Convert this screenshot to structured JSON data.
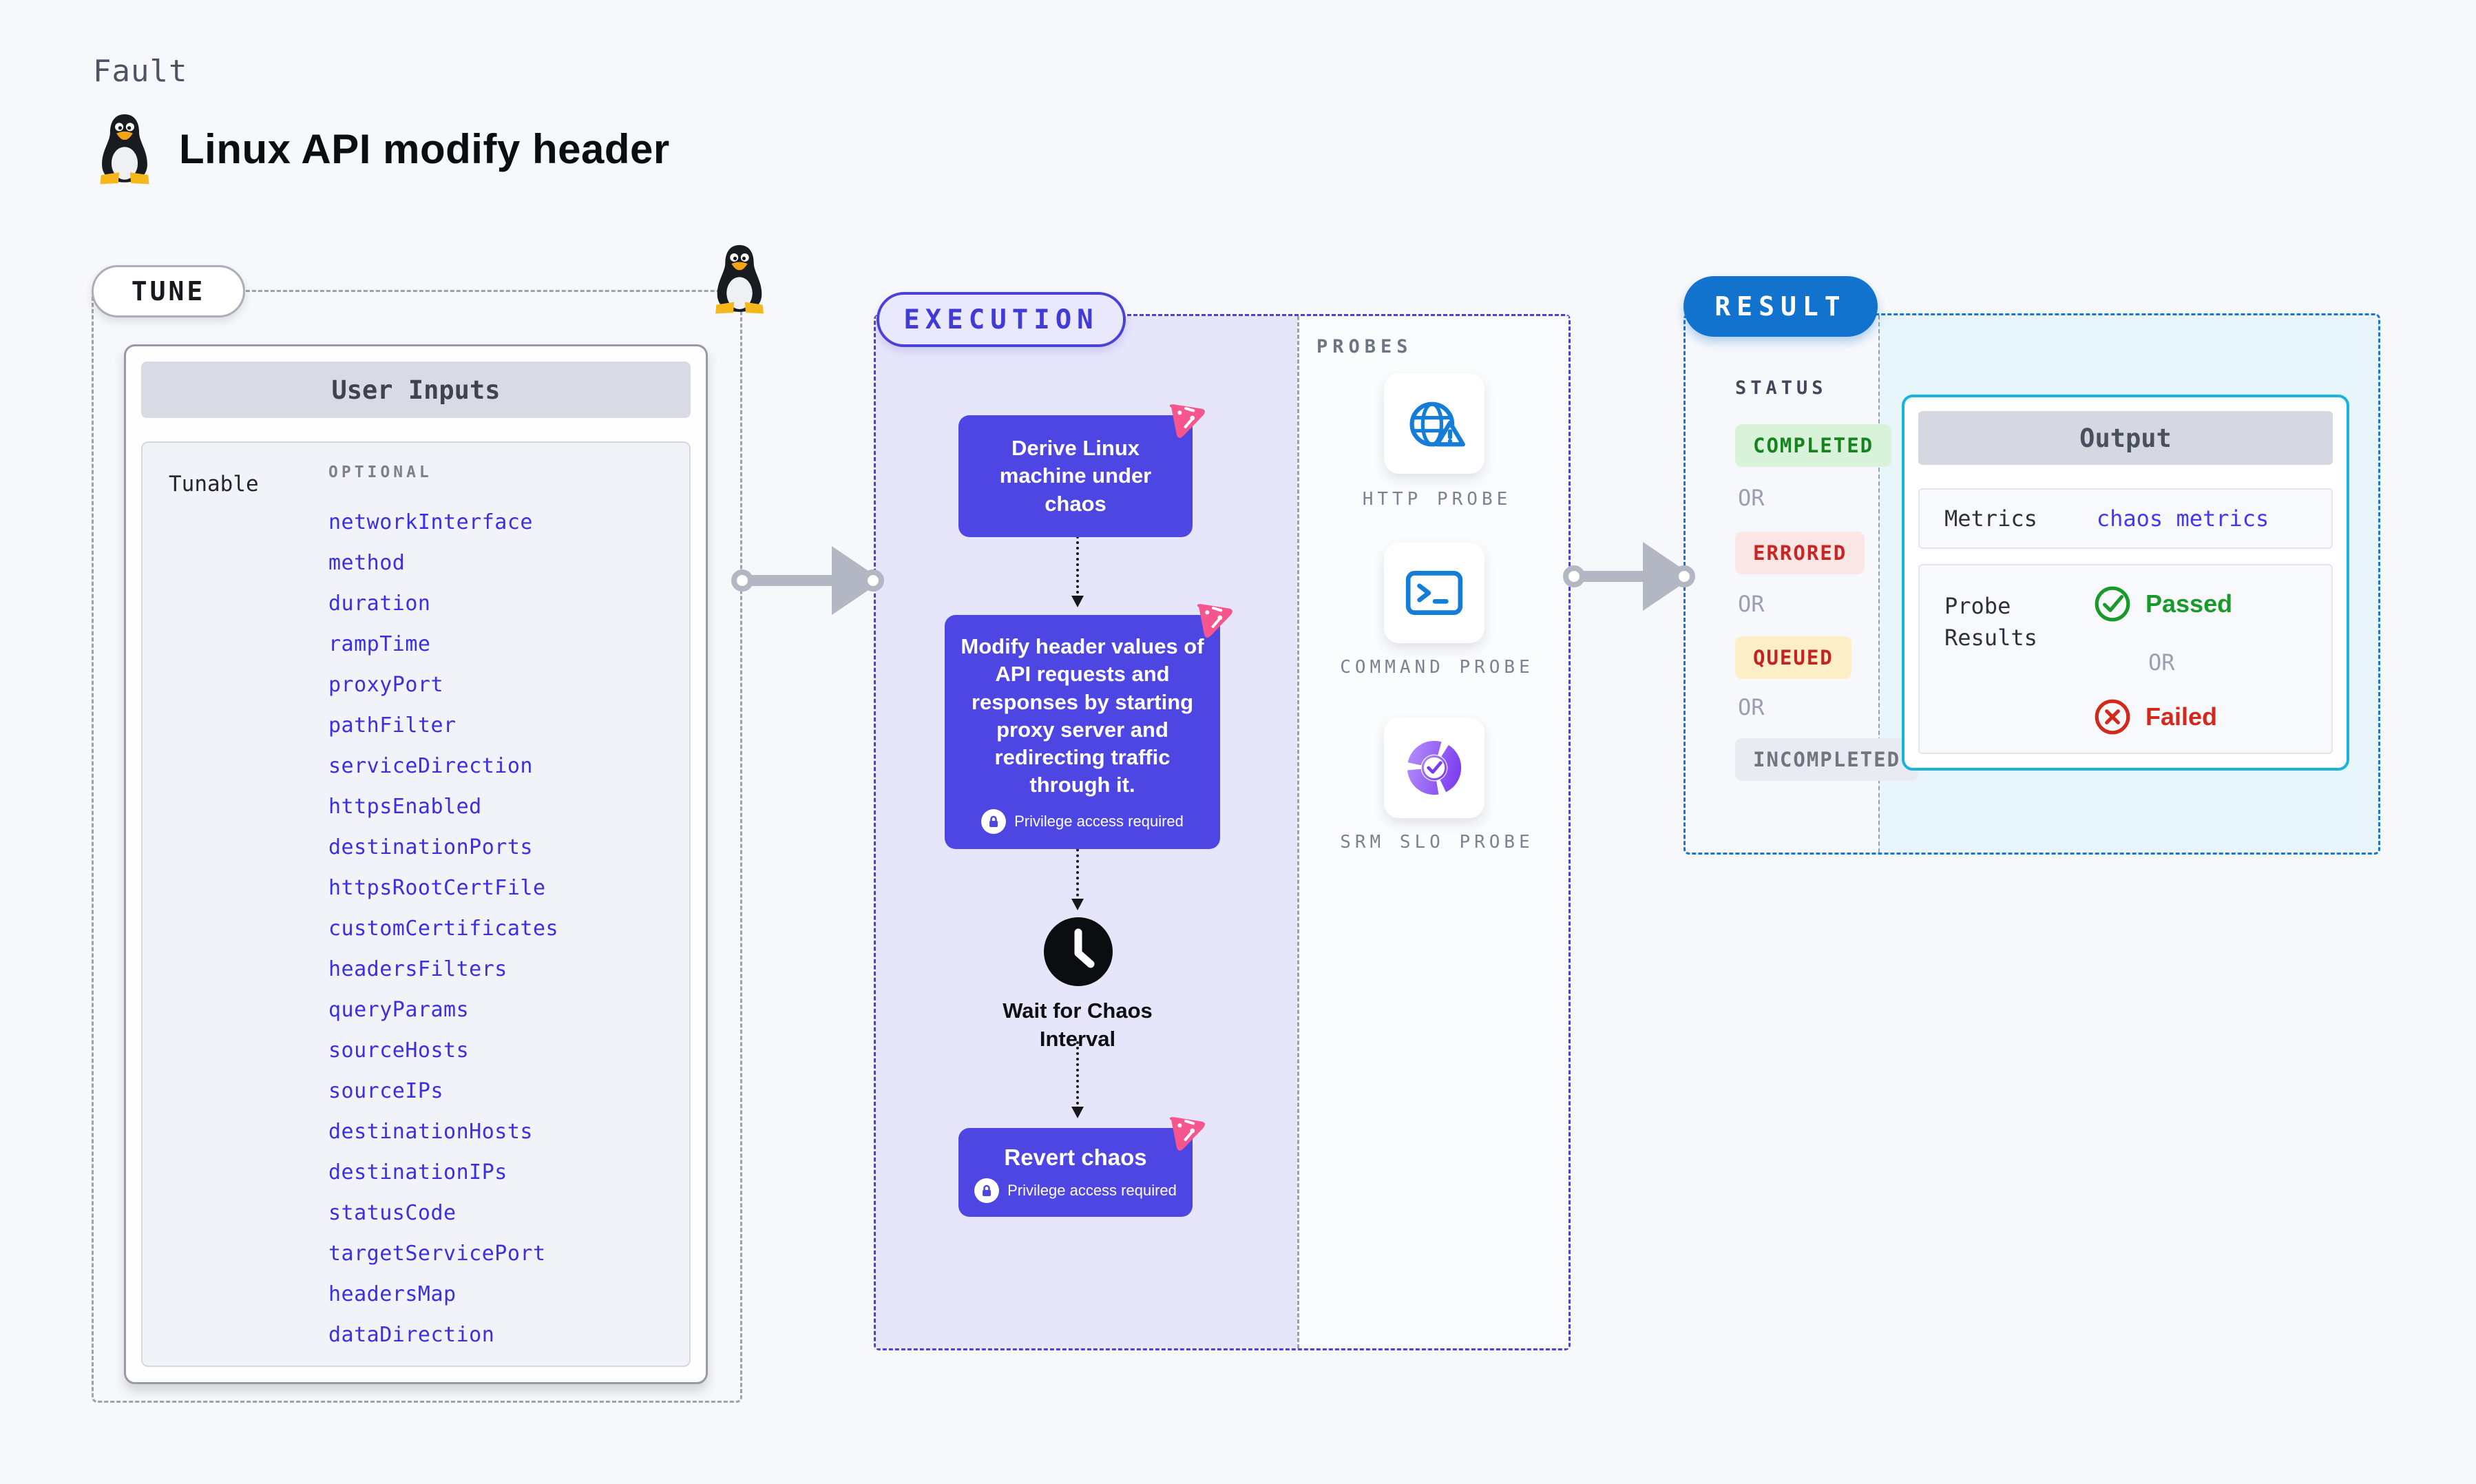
{
  "page": {
    "fault_label": "Fault",
    "title": "Linux API modify header"
  },
  "tune": {
    "pill": "TUNE",
    "card_header": "User Inputs",
    "tunable_label": "Tunable",
    "optional_label": "OPTIONAL",
    "params": [
      "networkInterface",
      "method",
      "duration",
      "rampTime",
      "proxyPort",
      "pathFilter",
      "serviceDirection",
      "httpsEnabled",
      "destinationPorts",
      "httpsRootCertFile",
      "customCertificates",
      "headersFilters",
      "queryParams",
      "sourceHosts",
      "sourceIPs",
      "destinationHosts",
      "destinationIPs",
      "statusCode",
      "targetServicePort",
      "headersMap",
      "dataDirection"
    ]
  },
  "execution": {
    "pill": "EXECUTION",
    "step_derive": "Derive Linux machine under chaos",
    "step_modify": "Modify header values of API requests and responses by starting proxy server and redirecting traffic through it.",
    "privilege_label": "Privilege access required",
    "step_wait": "Wait for Chaos Interval",
    "step_revert": "Revert chaos"
  },
  "probes": {
    "label": "PROBES",
    "items": [
      {
        "label": "HTTP PROBE",
        "icon": "globe-alert-icon"
      },
      {
        "label": "COMMAND PROBE",
        "icon": "terminal-icon"
      },
      {
        "label": "SRM SLO PROBE",
        "icon": "donut-check-icon"
      }
    ]
  },
  "result": {
    "pill": "RESULT",
    "status_label": "STATUS",
    "or_label": "OR",
    "statuses": [
      {
        "label": "COMPLETED",
        "bg": "#d9f3da",
        "color": "#17821f"
      },
      {
        "label": "ERRORED",
        "bg": "#fbe6e6",
        "color": "#ca2525"
      },
      {
        "label": "QUEUED",
        "bg": "#fceec6",
        "color": "#c52222"
      },
      {
        "label": "INCOMPLETED",
        "bg": "#e9ebf2",
        "color": "#70757f"
      }
    ],
    "output": {
      "header": "Output",
      "metrics_label": "Metrics",
      "metrics_value": "chaos metrics",
      "probe_results_label": "Probe Results",
      "passed_label": "Passed",
      "failed_label": "Failed"
    }
  },
  "icons": {
    "title": "tux-penguin",
    "tune_corner": "tux-penguin",
    "wait_step": "clock",
    "privilege": "lock",
    "step_corner_badge": "chaos-pink-triangle",
    "probe_http": "globe-alert",
    "probe_command": "terminal",
    "probe_srm": "donut-check",
    "passed": "check-circle",
    "failed": "x-circle"
  },
  "colors": {
    "page_bg": "#f7f8fb",
    "tune_dash": "#9ba1ad",
    "exec_dash": "#4a42d8",
    "exec_fill": "#e6e5fa",
    "flow_box": "#4e46e2",
    "param_link": "#3b2fe2",
    "result_dash": "#1478d2",
    "result_pill": "#1273cf",
    "output_border": "#17b5dd",
    "output_cyan_bg": "#e8f5fb",
    "passed_green": "#189a2a",
    "failed_red": "#d3291c",
    "badge_pink": "#f7558e",
    "arrow_gray": "#b3b7c4"
  }
}
